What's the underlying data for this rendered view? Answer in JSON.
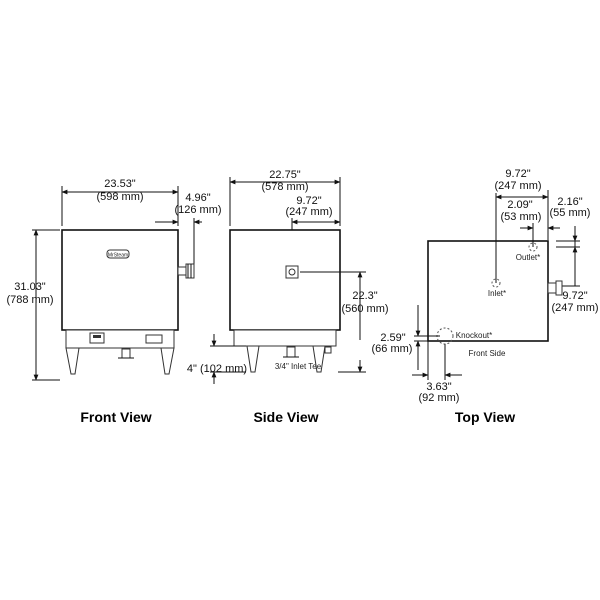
{
  "front": {
    "title": "Front View",
    "width_in": "23.53\"",
    "width_mm": "(598 mm)",
    "height_in": "31.03\"",
    "height_mm": "(788 mm)",
    "pipe_in": "4.96\"",
    "pipe_mm": "(126 mm)",
    "badge": "MrSteam"
  },
  "side": {
    "title": "Side View",
    "depth_in": "22.75\"",
    "depth_mm": "(578 mm)",
    "offset_in": "9.72\"",
    "offset_mm": "(247 mm)",
    "height_in": "22.3\"",
    "height_mm": "(560 mm)",
    "leg_in": "4\" (102 mm)",
    "inlet_tee": "3/4\" Inlet Tee"
  },
  "top": {
    "title": "Top View",
    "inlet_offset_in": "9.72\"",
    "inlet_offset_mm": "(247 mm)",
    "outlet_offset_in": "2.09\"",
    "outlet_offset_mm": "(53 mm)",
    "outlet_side_in": "2.16\"",
    "outlet_side_mm": "(55 mm)",
    "right_offset_in": "9.72\"",
    "right_offset_mm": "(247 mm)",
    "knockout_y_in": "2.59\"",
    "knockout_y_mm": "(66 mm)",
    "knockout_x_in": "3.63\"",
    "knockout_x_mm": "(92 mm)",
    "inlet": "Inlet*",
    "outlet": "Outlet*",
    "knockout": "Knockout*",
    "front_side": "Front Side"
  }
}
